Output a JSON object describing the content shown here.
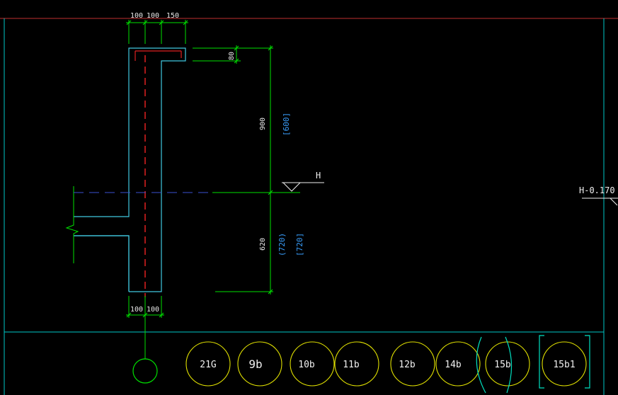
{
  "dimensions": {
    "top_widths": [
      "100",
      "100",
      "150"
    ],
    "bottom_widths": [
      "100",
      "100"
    ],
    "cap_thickness": "80",
    "upper_height": "900",
    "upper_alt": "[600]",
    "lower_height": "620",
    "lower_alt_1": "(720)",
    "lower_alt_2": "[720]"
  },
  "levels": {
    "main": "H",
    "right": "H-0.170"
  },
  "markers": [
    "21G",
    "9b",
    "10b",
    "11b",
    "12b",
    "14b",
    "15b",
    "15b1"
  ],
  "colors": {
    "background": "#000000",
    "wall": "#40c8e0",
    "dimension": "#00e000",
    "rebar": "#e02020",
    "bracket_text": "#3aa0ff",
    "marker_circle": "#e0e000"
  }
}
